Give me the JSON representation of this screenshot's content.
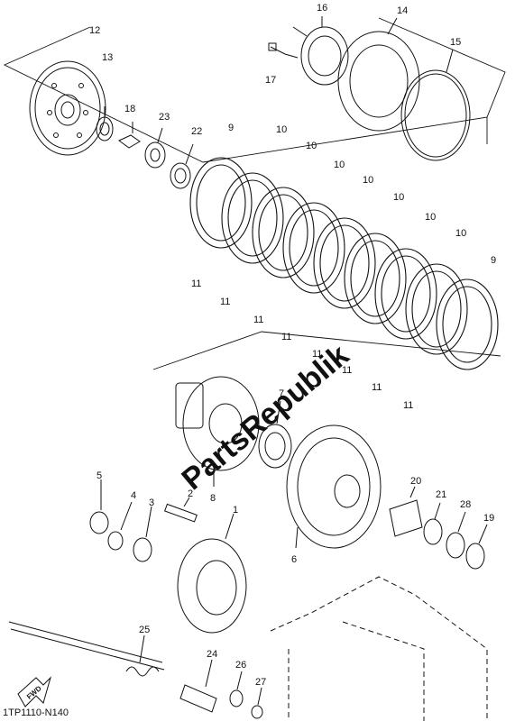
{
  "diagram": {
    "part_labels": {
      "p12": "12",
      "p13": "13",
      "p16": "16",
      "p14": "14",
      "p15": "15",
      "p17": "17",
      "p18": "18",
      "p23": "23",
      "p22": "22",
      "p9a": "9",
      "p10a": "10",
      "p10b": "10",
      "p10c": "10",
      "p10d": "10",
      "p10e": "10",
      "p10f": "10",
      "p10g": "10",
      "p9b": "9",
      "p11a": "11",
      "p11b": "11",
      "p11c": "11",
      "p11d": "11",
      "p11e": "11",
      "p11f": "11",
      "p11g": "11",
      "p11h": "11",
      "p7": "7",
      "p8": "8",
      "p5": "5",
      "p4": "4",
      "p3": "3",
      "p2": "2",
      "p1": "1",
      "p6": "6",
      "p20": "20",
      "p21": "21",
      "p28": "28",
      "p19": "19",
      "p25": "25",
      "p24": "24",
      "p26": "26",
      "p27": "27"
    },
    "fwd_label": "FWD",
    "diagram_code": "1TP1110-N140",
    "watermark": "PartsRepublik"
  }
}
